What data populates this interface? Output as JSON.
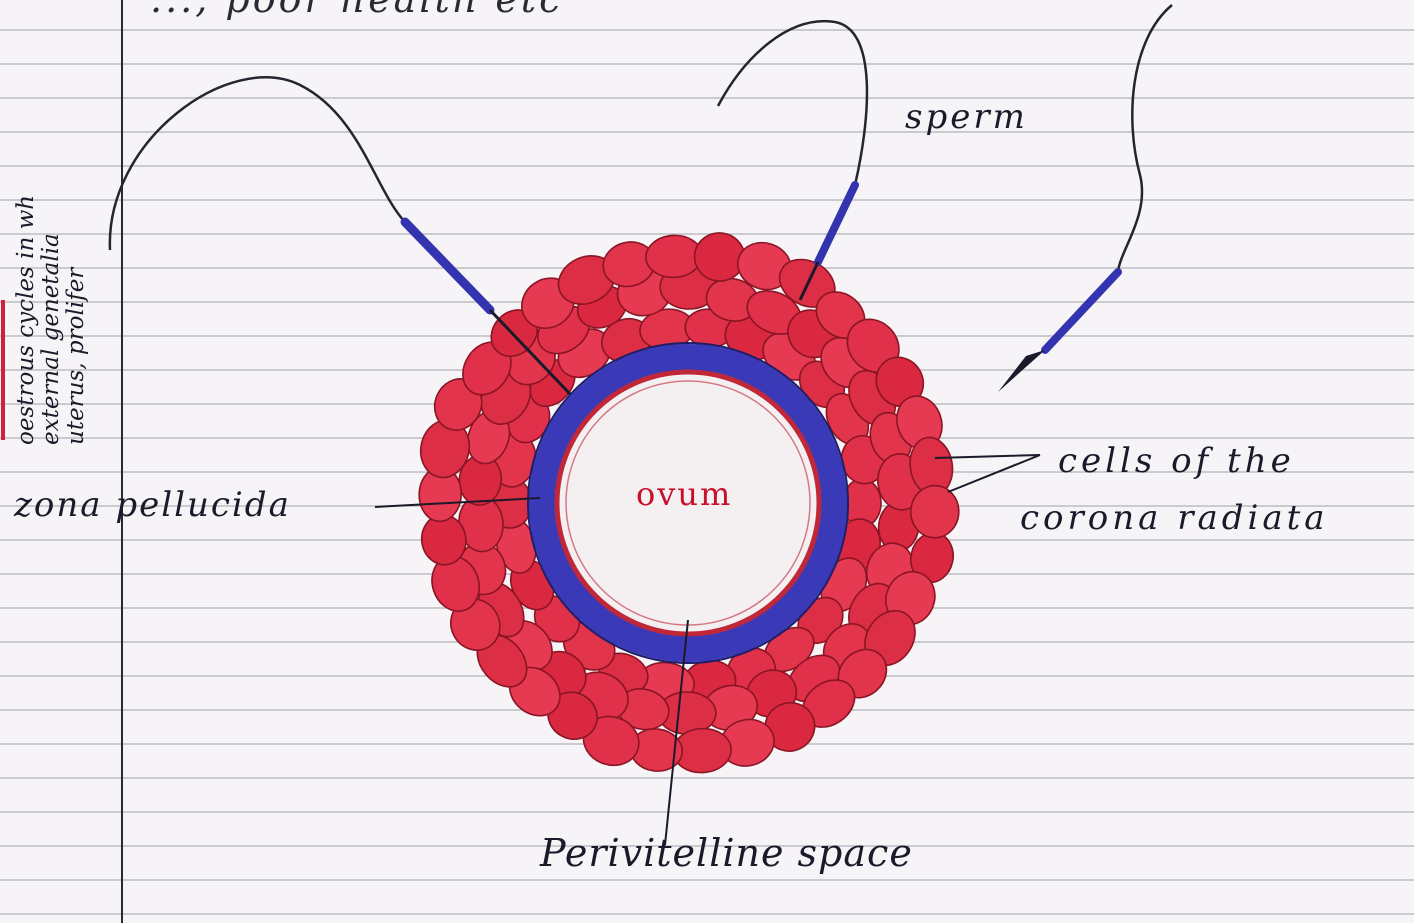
{
  "diagram": {
    "top_text": "..., poor health etc",
    "margin_note": {
      "lines": [
        "oestrous cycles in wh",
        "external genetalia",
        "uterus, prolifer"
      ]
    },
    "labels": {
      "sperm": "sperm",
      "zona_pellucida": "zona pellucida",
      "corona_line1": "cells of the",
      "corona_line2": "corona radiata",
      "ovum": "ovum",
      "perivitelline": "Perivitelline space"
    },
    "colors": {
      "paper": "#f6f4f6",
      "rule_line": "#9a9aa2",
      "margin_line": "#2a2a33",
      "corona_cells": "#e0304a",
      "cell_outline": "#8a1525",
      "zona": "#3a3ab8",
      "sperm_midpiece": "#3434b0",
      "ink": "#1a1a2a",
      "ovum_label": "#c8102e",
      "red_margin_mark": "#d0203a"
    }
  }
}
